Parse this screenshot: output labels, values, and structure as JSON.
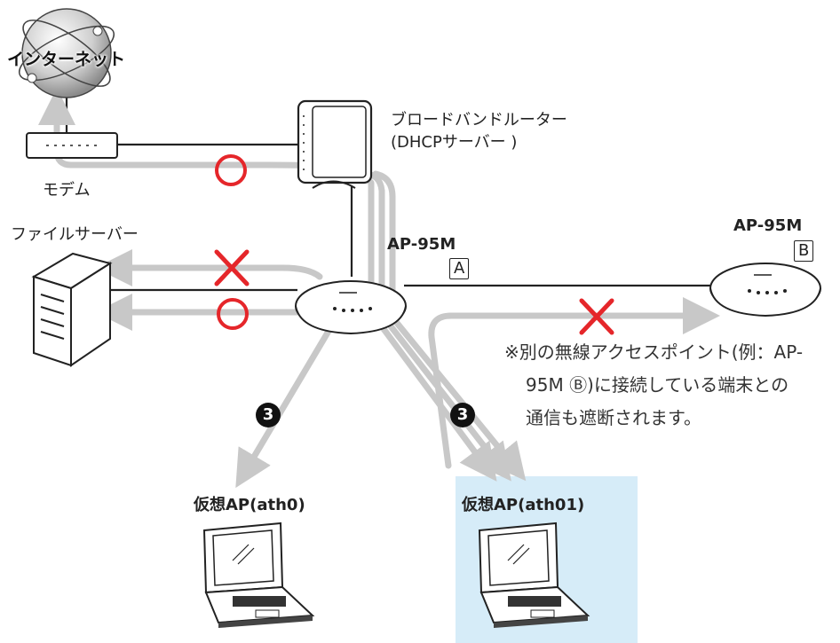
{
  "labels": {
    "internet": "インターネット",
    "modem": "モデム",
    "router_line1": "ブロードバンドルーター",
    "router_line2": "(DHCPサーバー )",
    "file_server": "ファイルサーバー",
    "ap_a_name": "AP-95M",
    "ap_a_badge": "A",
    "ap_b_name": "AP-95M",
    "ap_b_badge": "B",
    "vap_left": "仮想AP(ath0)",
    "vap_right": "仮想AP(ath01)",
    "marker_left": "3",
    "marker_right": "3"
  },
  "note": {
    "line1": "※別の無線アクセスポイント(例：AP-",
    "line2": "95M Ⓑ)に接続している端末との",
    "line3": "通信も遮断されます。"
  },
  "colors": {
    "arrow": "#c8c8c8",
    "mark": "#e5262a",
    "highlight": "#d6ecf8",
    "line": "#222222"
  },
  "icons": [
    "globe-icon",
    "modem-icon",
    "router-icon",
    "file-server-icon",
    "access-point-icon",
    "laptop-icon",
    "circle-mark-icon",
    "cross-mark-icon"
  ]
}
